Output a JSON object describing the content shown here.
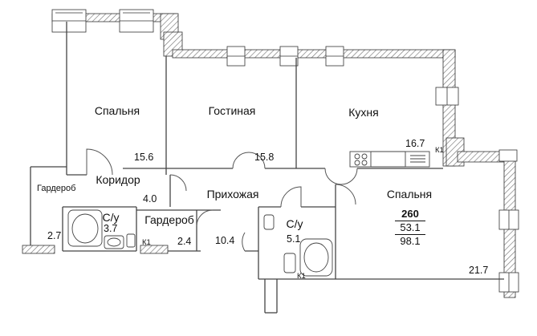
{
  "rooms": {
    "bedroom_1": {
      "name": "Спальня",
      "area": "15.6"
    },
    "living": {
      "name": "Гостиная",
      "area": "15.8"
    },
    "kitchen": {
      "name": "Кухня",
      "area": "16.7"
    },
    "corridor": {
      "name": "Коридор",
      "area": "4.0"
    },
    "wardrobe_1": {
      "name": "Гардероб",
      "area": "2.7"
    },
    "hallway": {
      "name": "Прихожая",
      "area": "10.4"
    },
    "bathroom_1": {
      "name": "С/у",
      "area": "3.7"
    },
    "wardrobe_2": {
      "name": "Гардероб",
      "area": "2.4"
    },
    "bathroom_2": {
      "name": "С/у",
      "area": "5.1"
    },
    "bedroom_2": {
      "name": "Спальня",
      "area": "21.7"
    }
  },
  "totals": {
    "total": "260",
    "living": "53.1",
    "full": "98.1"
  },
  "markers": {
    "k1": "К1"
  },
  "colors": {
    "wall_hatch": "#777777",
    "wall_line": "#333333",
    "line": "#444444"
  }
}
